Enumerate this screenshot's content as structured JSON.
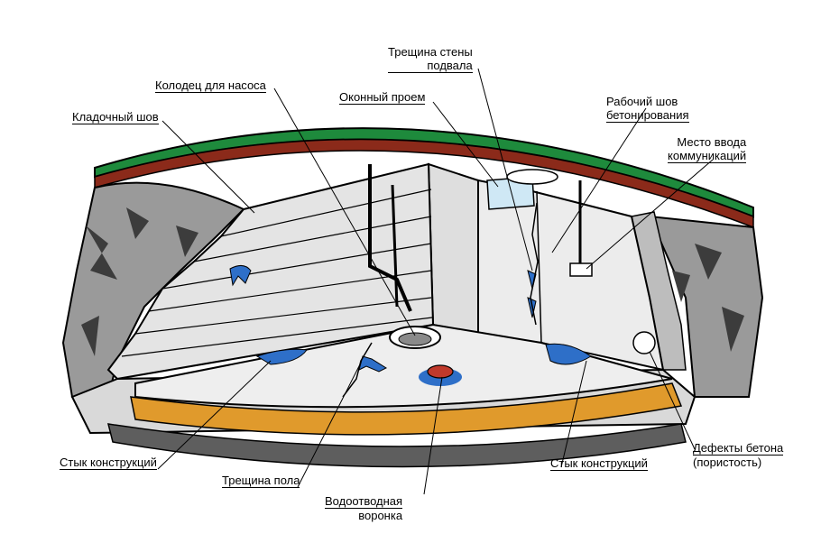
{
  "labels": {
    "masonry_joint": "Кладочный шов",
    "pump_well": "Колодец для насоса",
    "window_opening": "Оконный проем",
    "wall_crack_l1": "Трещина стены",
    "wall_crack_l2": "подвала",
    "cold_joint_l1": "Рабочий шов",
    "cold_joint_l2": "бетонирования",
    "utility_entry_l1": "Место ввода",
    "utility_entry_l2": "коммуникаций",
    "structure_joint_left": "Стык конструкций",
    "floor_crack": "Трещина пола",
    "drain_funnel_l1": "Водоотводная",
    "drain_funnel_l2": "воронка",
    "structure_joint_right": "Стык конструкций",
    "concrete_defects_l1": "Дефекты бетона",
    "concrete_defects_l2": "(пористость)"
  },
  "colors": {
    "grass": "#1e8a3c",
    "soil_band": "#8b2a1a",
    "rock": "#9a9a9a",
    "rock_dark": "#3c3c3c",
    "gravel": "#5e5e5e",
    "sand": "#e09a2c",
    "block": "#e4e4e4",
    "wall": "#ececec",
    "water": "#2e6fc8",
    "drain_grate": "#c0392b"
  }
}
